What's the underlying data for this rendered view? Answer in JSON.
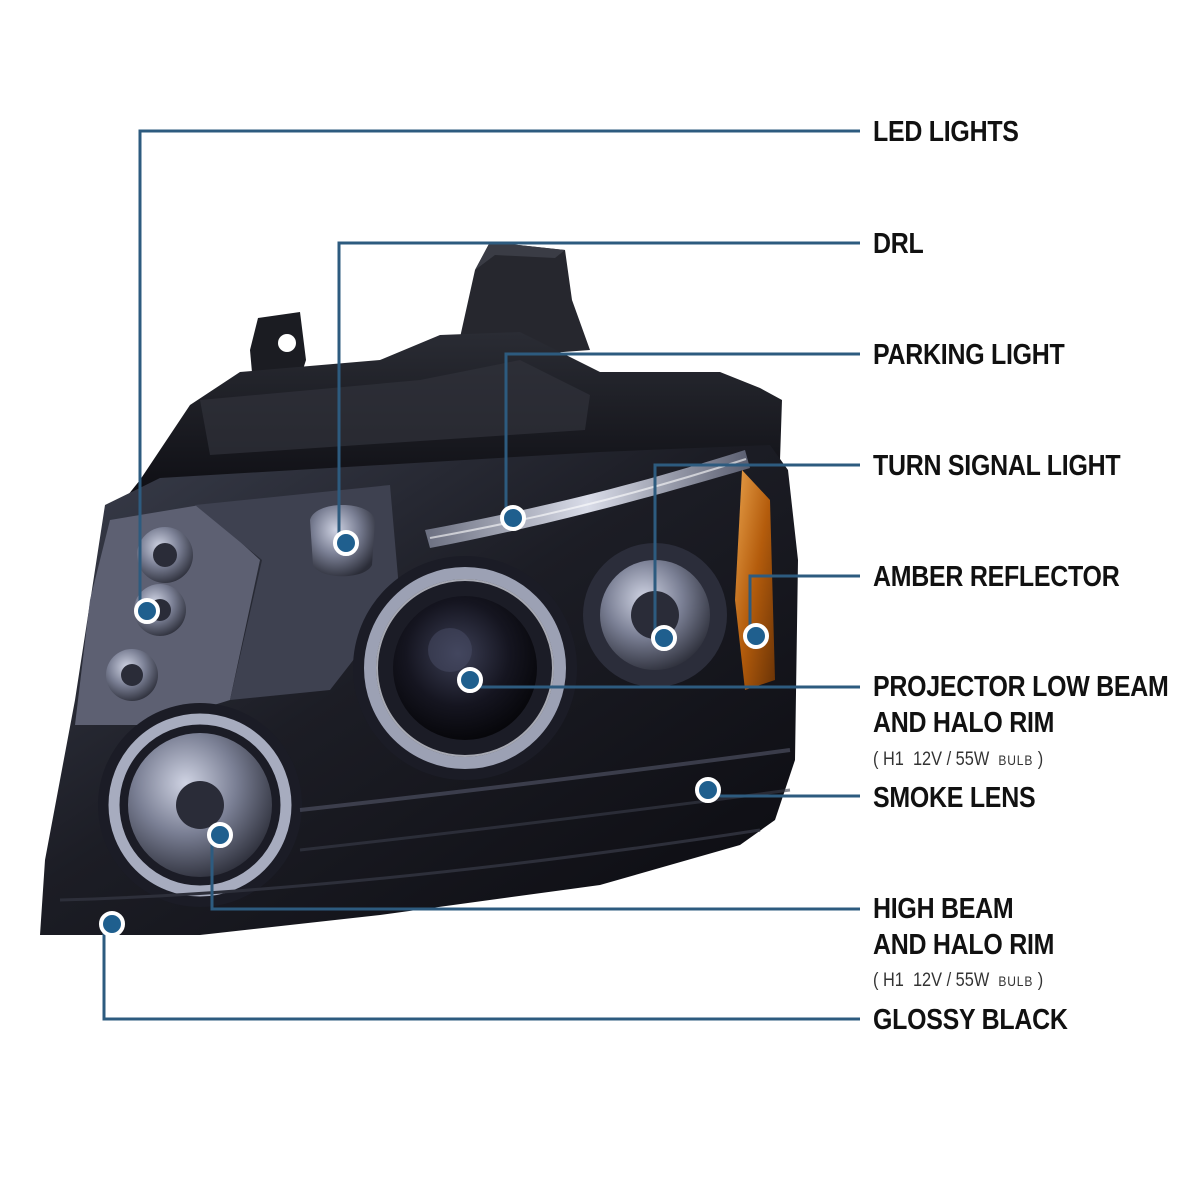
{
  "colors": {
    "leader": "#2d5b7f",
    "dot": "#1f5f8e",
    "lens_body": "#15151c",
    "amber": "#c66a12"
  },
  "callouts": [
    {
      "id": "led-lights",
      "label": "LED LIGHTS"
    },
    {
      "id": "drl",
      "label": "DRL"
    },
    {
      "id": "parking-light",
      "label": "PARKING LIGHT"
    },
    {
      "id": "turn-signal-light",
      "label": "TURN SIGNAL LIGHT"
    },
    {
      "id": "amber-reflector",
      "label": "AMBER REFLECTOR"
    },
    {
      "id": "projector-low-beam",
      "label": "PROJECTOR LOW BEAM",
      "label2": "AND HALO RIM",
      "bulb": {
        "open": "(",
        "type": "H1",
        "spec": "12V / 55W",
        "word": "BULB",
        "close": ")"
      }
    },
    {
      "id": "smoke-lens",
      "label": "SMOKE LENS"
    },
    {
      "id": "high-beam",
      "label": "HIGH BEAM",
      "label2": "AND HALO RIM",
      "bulb": {
        "open": "(",
        "type": "H1",
        "spec": "12V / 55W",
        "word": "BULB",
        "close": ")"
      }
    },
    {
      "id": "glossy-black",
      "label": "GLOSSY BLACK"
    }
  ]
}
